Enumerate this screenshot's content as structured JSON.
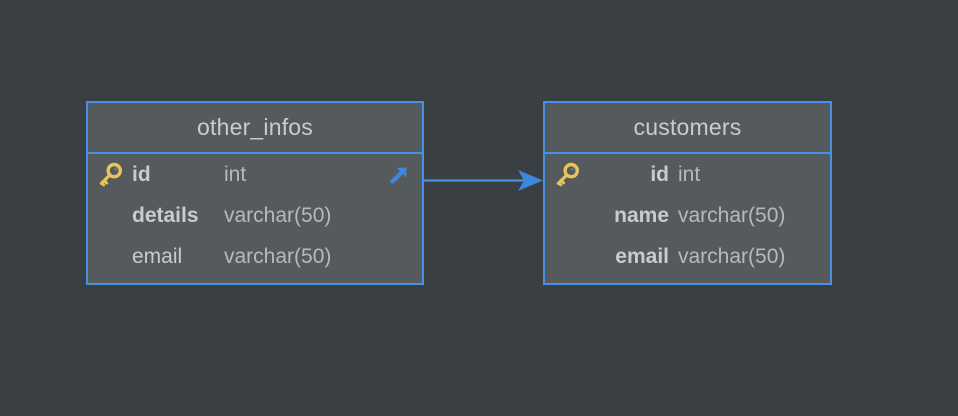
{
  "theme": {
    "background": "#3a3f44",
    "entity_fill": "#555a5c",
    "accent_blue": "#4a90e2",
    "key_gold": "#e8c55a",
    "text_primary": "#c9cccd",
    "text_secondary": "#b6babb"
  },
  "diagram": {
    "type": "entity-relationship",
    "entities": [
      {
        "id": "other_infos",
        "title": "other_infos",
        "fields": [
          {
            "name": "id",
            "type": "int",
            "bold": true,
            "primary_key": true,
            "key_icon": "key-icon",
            "link_icon": "arrow-up-right-icon"
          },
          {
            "name": "details",
            "type": "varchar(50)",
            "bold": true,
            "primary_key": false,
            "key_icon": null,
            "link_icon": null
          },
          {
            "name": "email",
            "type": "varchar(50)",
            "bold": false,
            "primary_key": false,
            "key_icon": null,
            "link_icon": null
          }
        ]
      },
      {
        "id": "customers",
        "title": "customers",
        "fields": [
          {
            "name": "id",
            "type": "int",
            "bold": true,
            "primary_key": true,
            "key_icon": "key-icon",
            "link_icon": null
          },
          {
            "name": "name",
            "type": "varchar(50)",
            "bold": true,
            "primary_key": false,
            "key_icon": null,
            "link_icon": null
          },
          {
            "name": "email",
            "type": "varchar(50)",
            "bold": true,
            "primary_key": false,
            "key_icon": null,
            "link_icon": null
          }
        ]
      }
    ],
    "relations": [
      {
        "from_entity": "other_infos",
        "from_field": "id",
        "to_entity": "customers",
        "to_field": "id",
        "style": "solid",
        "arrow_head": "filled-triangle",
        "color": "#4a90e2"
      }
    ]
  }
}
